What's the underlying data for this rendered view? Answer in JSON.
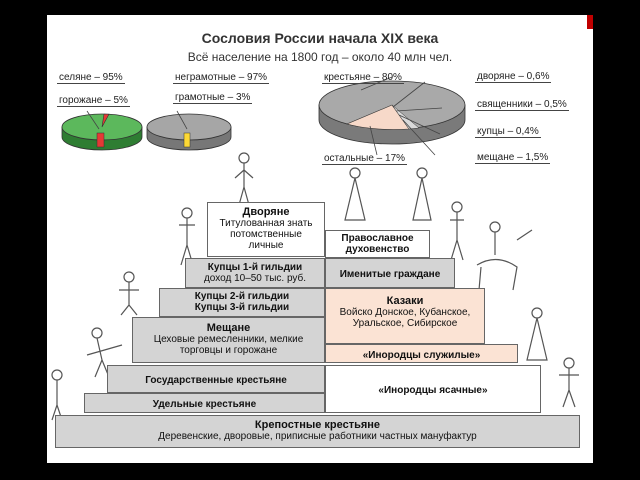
{
  "title": "Сословия России начала XIX века",
  "subtitle": "Всё население на 1800 год – около 40 млн чел.",
  "pies": {
    "pie1": {
      "label_a": "селяне – 95%",
      "label_b": "горожане – 5%"
    },
    "pie2": {
      "label_a": "неграмотные – 97%",
      "label_b": "грамотные – 3%"
    },
    "pie3": {
      "krestyane": "крестьяне – 80%",
      "ostalnye": "остальные – 17%",
      "dvoryane": "дворяне – 0,6%",
      "svyashchenniki": "священники – 0,5%",
      "kuptsy": "купцы – 0,4%",
      "meshchane": "мещане – 1,5%"
    }
  },
  "pyramid": {
    "dvoryane": {
      "title": "Дворяне",
      "l1": "Титулованная знать",
      "l2": "потомственные",
      "l3": "личные"
    },
    "dukhovenstvo": {
      "l1": "Православное",
      "l2": "духовенство"
    },
    "kuptsy1": {
      "title": "Купцы 1-й гильдии",
      "sub": "доход 10–50 тыс. руб."
    },
    "imenitye": "Именитые граждане",
    "kuptsy23": {
      "l1": "Купцы 2-й гильдии",
      "l2": "Купцы 3-й гильдии"
    },
    "kazaki": {
      "title": "Казаки",
      "l1": "Войско Донское, Кубанское,",
      "l2": "Уральское, Сибирское"
    },
    "meshchane": {
      "title": "Мещане",
      "l1": "Цеховые ремесленники, мелкие",
      "l2": "торговцы и горожане"
    },
    "inorodtsy_sluzh": "«Инородцы служилые»",
    "gos_krest": "Государственные крестьяне",
    "inorodtsy_yas": "«Инородцы ясачные»",
    "udelnye": "Удельные крестьяне",
    "krepostnye": {
      "title": "Крепостные крестьяне",
      "sub": "Деревенские, дворовые, приписные работники частных мануфактур"
    }
  },
  "chart_data": [
    {
      "type": "pie",
      "series": [
        {
          "values": [
            95,
            5
          ]
        }
      ],
      "categories": [
        "селяне",
        "горожане"
      ],
      "colors": [
        "#4caf50",
        "#e53935"
      ]
    },
    {
      "type": "pie",
      "series": [
        {
          "values": [
            97,
            3
          ]
        }
      ],
      "categories": [
        "неграмотные",
        "грамотные"
      ],
      "colors": [
        "#9e9e9e",
        "#fdd835"
      ]
    },
    {
      "type": "pie",
      "series": [
        {
          "values": [
            80,
            17,
            0.6,
            0.5,
            0.4,
            1.5
          ]
        }
      ],
      "categories": [
        "крестьяне",
        "остальные",
        "дворяне",
        "священники",
        "купцы",
        "мещане"
      ]
    }
  ]
}
